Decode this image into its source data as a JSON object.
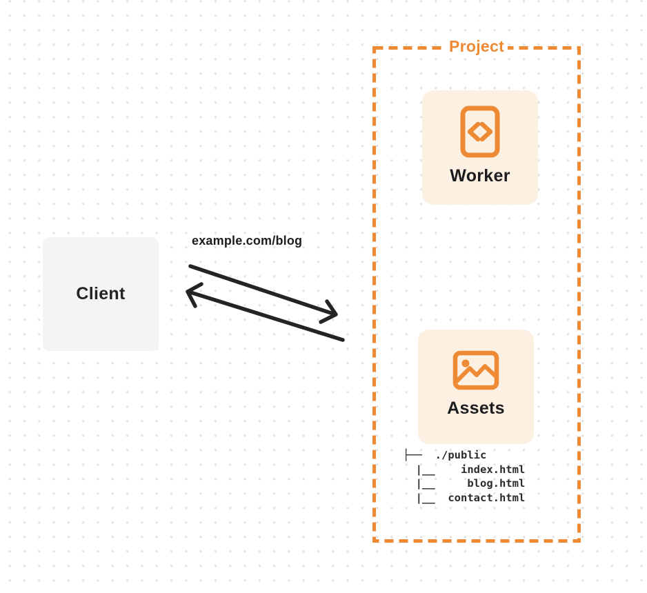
{
  "client": {
    "label": "Client"
  },
  "request": {
    "url_label": "example.com/blog"
  },
  "project": {
    "label": "Project",
    "worker": {
      "label": "Worker",
      "icon": "code-file-icon"
    },
    "assets": {
      "label": "Assets",
      "icon": "image-icon",
      "file_tree": "├──  ./public\n  |__    index.html\n  |__     blog.html\n  |__  contact.html"
    }
  },
  "arrows": {
    "request_direction": "client-to-project",
    "response_direction": "project-to-client"
  },
  "colors": {
    "accent_orange": "#ed8a33",
    "card_background": "#fbf0e2",
    "client_background": "#f4f4f5",
    "arrow_dark": "#242424",
    "text_dark": "#1c1c1e",
    "dot_grid": "#e3e3e6",
    "background": "#ffffff"
  }
}
